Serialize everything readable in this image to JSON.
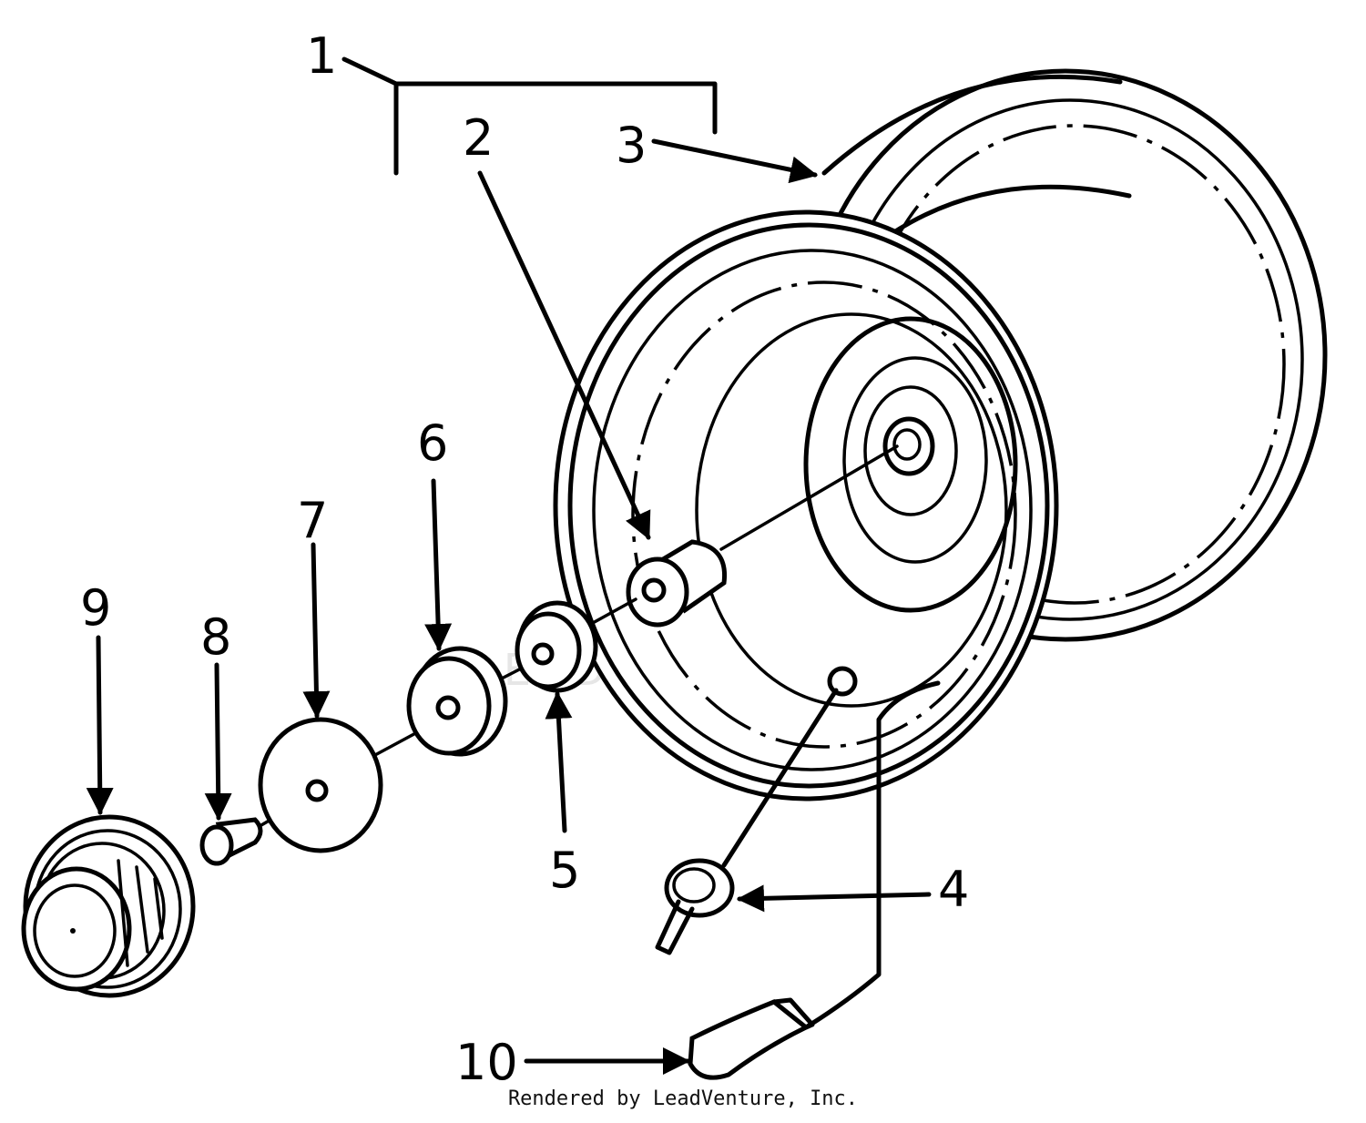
{
  "callouts": [
    {
      "id": "1",
      "label": "1"
    },
    {
      "id": "2",
      "label": "2"
    },
    {
      "id": "3",
      "label": "3"
    },
    {
      "id": "4",
      "label": "4"
    },
    {
      "id": "5",
      "label": "5"
    },
    {
      "id": "6",
      "label": "6"
    },
    {
      "id": "7",
      "label": "7"
    },
    {
      "id": "8",
      "label": "8"
    },
    {
      "id": "9",
      "label": "9"
    },
    {
      "id": "10",
      "label": "10"
    }
  ],
  "watermark": "LEADVENTURE",
  "footer": "Rendered by LeadVenture, Inc."
}
